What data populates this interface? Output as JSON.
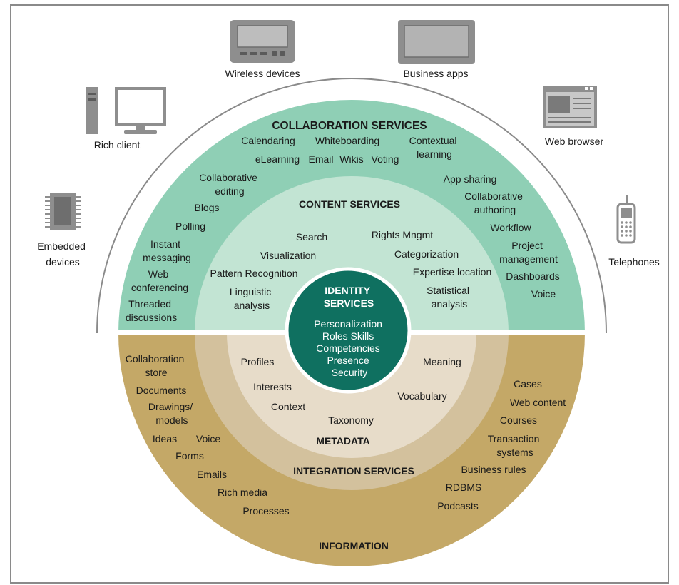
{
  "devices": {
    "wireless": "Wireless devices",
    "business_apps": "Business apps",
    "rich_client": "Rich client",
    "web_browser": "Web browser",
    "embedded": [
      "Embedded",
      "devices"
    ],
    "telephones": "Telephones"
  },
  "collaboration": {
    "title": "COLLABORATION SERVICES",
    "items": {
      "calendaring": "Calendaring",
      "whiteboarding": "Whiteboarding",
      "contextual_learning": [
        "Contextual",
        "learning"
      ],
      "elearning": "eLearning",
      "email": "Email",
      "wikis": "Wikis",
      "voting": "Voting",
      "collab_editing": [
        "Collaborative",
        "editing"
      ],
      "blogs": "Blogs",
      "polling": "Polling",
      "instant_messaging": [
        "Instant",
        "messaging"
      ],
      "web_conferencing": [
        "Web",
        "conferencing"
      ],
      "threaded": [
        "Threaded",
        "discussions"
      ],
      "app_sharing": "App sharing",
      "collab_authoring": [
        "Collaborative",
        "authoring"
      ],
      "workflow": "Workflow",
      "project_mgmt": [
        "Project",
        "management"
      ],
      "dashboards": "Dashboards",
      "voice": "Voice"
    }
  },
  "content": {
    "title": "CONTENT SERVICES",
    "items": {
      "search": "Search",
      "rights": "Rights Mngmt",
      "visualization": "Visualization",
      "categorization": "Categorization",
      "pattern": "Pattern Recognition",
      "expertise": "Expertise location",
      "linguistic": [
        "Linguistic",
        "analysis"
      ],
      "statistical": [
        "Statistical",
        "analysis"
      ]
    }
  },
  "identity": {
    "title": [
      "IDENTITY",
      "SERVICES"
    ],
    "items": [
      "Personalization",
      "Roles Skills",
      "Competencies",
      "Presence",
      "Security"
    ]
  },
  "metadata": {
    "title": "METADATA",
    "items": {
      "profiles": "Profiles",
      "meaning": "Meaning",
      "interests": "Interests",
      "vocabulary": "Vocabulary",
      "context": "Context",
      "taxonomy": "Taxonomy"
    }
  },
  "integration": {
    "title": "INTEGRATION SERVICES"
  },
  "information": {
    "title": "INFORMATION",
    "items": {
      "collab_store": [
        "Collaboration",
        "store"
      ],
      "documents": "Documents",
      "drawings": [
        "Drawings/",
        "models"
      ],
      "ideas": "Ideas",
      "voice": "Voice",
      "forms": "Forms",
      "emails": "Emails",
      "rich_media": "Rich media",
      "processes": "Processes",
      "cases": "Cases",
      "web_content": "Web content",
      "courses": "Courses",
      "transaction": [
        "Transaction",
        "systems"
      ],
      "business_rules": "Business rules",
      "rdbms": "RDBMS",
      "podcasts": "Podcasts"
    }
  },
  "colors": {
    "frame": "#8a8a8a",
    "collab_ring": "#8fcfb5",
    "content_ring": "#c2e4d3",
    "identity": "#0f7060",
    "integration_ring": "#d3c19d",
    "metadata_ring": "#e7dcc9",
    "information_ring": "#c4a867",
    "device_gray": "#8e8e8e"
  }
}
